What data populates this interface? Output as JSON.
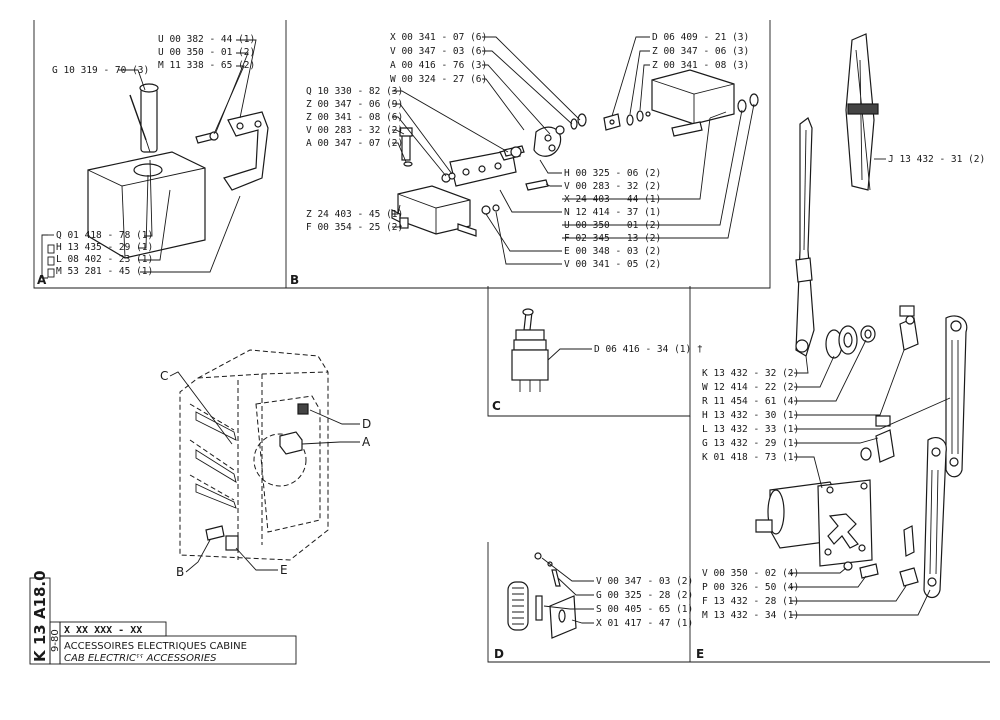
{
  "panels": {
    "A": {
      "letter": "A",
      "labels": [
        "U 00 382 - 44 (1)",
        "U 00 350 - 01 (2)",
        "M 11 338 - 65 (2)",
        "G 10 319 - 70 (3)",
        "Q 01 418 - 78 (1)",
        "H 13 435 - 29 (1)",
        "L 08 402 - 23 (1)",
        "M 53 281 - 45 (1)"
      ]
    },
    "B": {
      "letter": "B",
      "labels": [
        "X 00 341 - 07 (6)",
        "V 00 347 - 03 (6)",
        "A 00 416 - 76 (3)",
        "W 00 324 - 27 (6)",
        "Q 10 330 - 82 (3)",
        "Z 00 347 - 06 (9)",
        "Z 00 341 - 08 (6)",
        "V 00 283 - 32 (2)",
        "A 00 347 - 07 (2)",
        "Z 24 403 - 45 (1)",
        "F 00 354 - 25 (2)",
        "D 06 409 - 21 (3)",
        "Z 00 347 - 06 (3)",
        "Z 00 341 - 08 (3)",
        "H 00 325 - 06 (2)",
        "V 00 283 - 32 (2)",
        "X 24 403 - 44 (1)",
        "N 12 414 - 37 (1)",
        "U 00 350 - 01 (2)",
        "F 02 345 - 13 (2)",
        "E 00 348 - 03 (2)",
        "V 00 341 - 05 (2)"
      ]
    },
    "C": {
      "letter": "C",
      "labels": [
        "D 06 416 - 34 (1) †"
      ]
    },
    "D": {
      "letter": "D",
      "labels": [
        "V 00 347 - 03 (2)",
        "G 00 325 - 28 (2)",
        "S 00 405 - 65 (1)",
        "X 01 417 - 47 (1)"
      ]
    },
    "E": {
      "letter": "E",
      "labels": [
        "J 13 432 - 31 (2)",
        "K 13 432 - 32 (2)",
        "W 12 414 - 22 (2)",
        "R 11 454 - 61 (4)",
        "H 13 432 - 30 (1)",
        "L 13 432 - 33 (1)",
        "G 13 432 - 29 (1)",
        "K 01 418 - 73 (1)",
        "V 00 350 - 02 (4)",
        "P 00 326 - 50 (4)",
        "F 13 432 - 28 (1)",
        "M 13 432 - 34 (1)"
      ]
    }
  },
  "cab_callouts": [
    "C",
    "D",
    "A",
    "B",
    "E"
  ],
  "title_block": {
    "code": "K 13 A18.0",
    "date": "9-80",
    "ref": "X XX XXX - XX",
    "title_fr": "ACCESSOIRES ELECTRIQUES CABINE",
    "title_en": "CAB ELECTRICˁˁ ACCESSORIES"
  }
}
